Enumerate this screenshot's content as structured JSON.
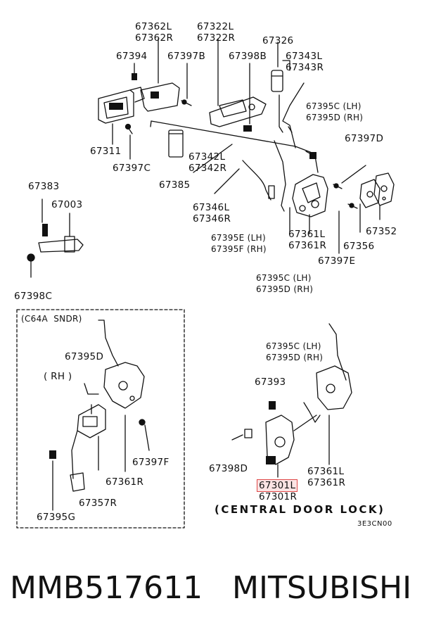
{
  "labels": {
    "p67362": "67362L\n67362R",
    "p67322": "67322L\n67322R",
    "p67326": "67326",
    "p67394": "67394",
    "p67397b": "67397B",
    "p67398b": "67398B",
    "p67343": "67343L\n67343R",
    "p67395cd_top": "67395C (LH)\n67395D (RH)",
    "p67311": "67311",
    "p67397c": "67397C",
    "p67342": "67342L\n67342R",
    "p67385": "67385",
    "p67397d": "67397D",
    "p67383": "67383",
    "p67003": "67003",
    "p67346": "67346L\n67346R",
    "p67395ef": "67395E (LH)\n67395F (RH)",
    "p67361_top": "67361L\n67361R",
    "p67356": "67356",
    "p67352": "67352",
    "p67397e": "67397E",
    "p67398c": "67398C",
    "p67395cd_mid": "67395C (LH)\n67395D (RH)"
  },
  "inset": {
    "header": "(C64A  SNDR)",
    "side": "( RH )",
    "p67395d": "67395D",
    "p67397f": "67397F",
    "p67361r": "67361R",
    "p67357r": "67357R",
    "p67395g": "67395G"
  },
  "central": {
    "p67395cd": "67395C (LH)\n67395D (RH)",
    "p67393": "67393",
    "p67398d": "67398D",
    "p67361": "67361L\n67361R",
    "p67301l": "67301L",
    "p67301r": "67301R",
    "caption": "(CENTRAL DOOR LOCK)",
    "code": "3E3CN00"
  },
  "footer": {
    "part_number": "MMB517611",
    "brand": "MITSUBISHI"
  },
  "colors": {
    "ink": "#111111",
    "highlight_border": "#e04848"
  }
}
